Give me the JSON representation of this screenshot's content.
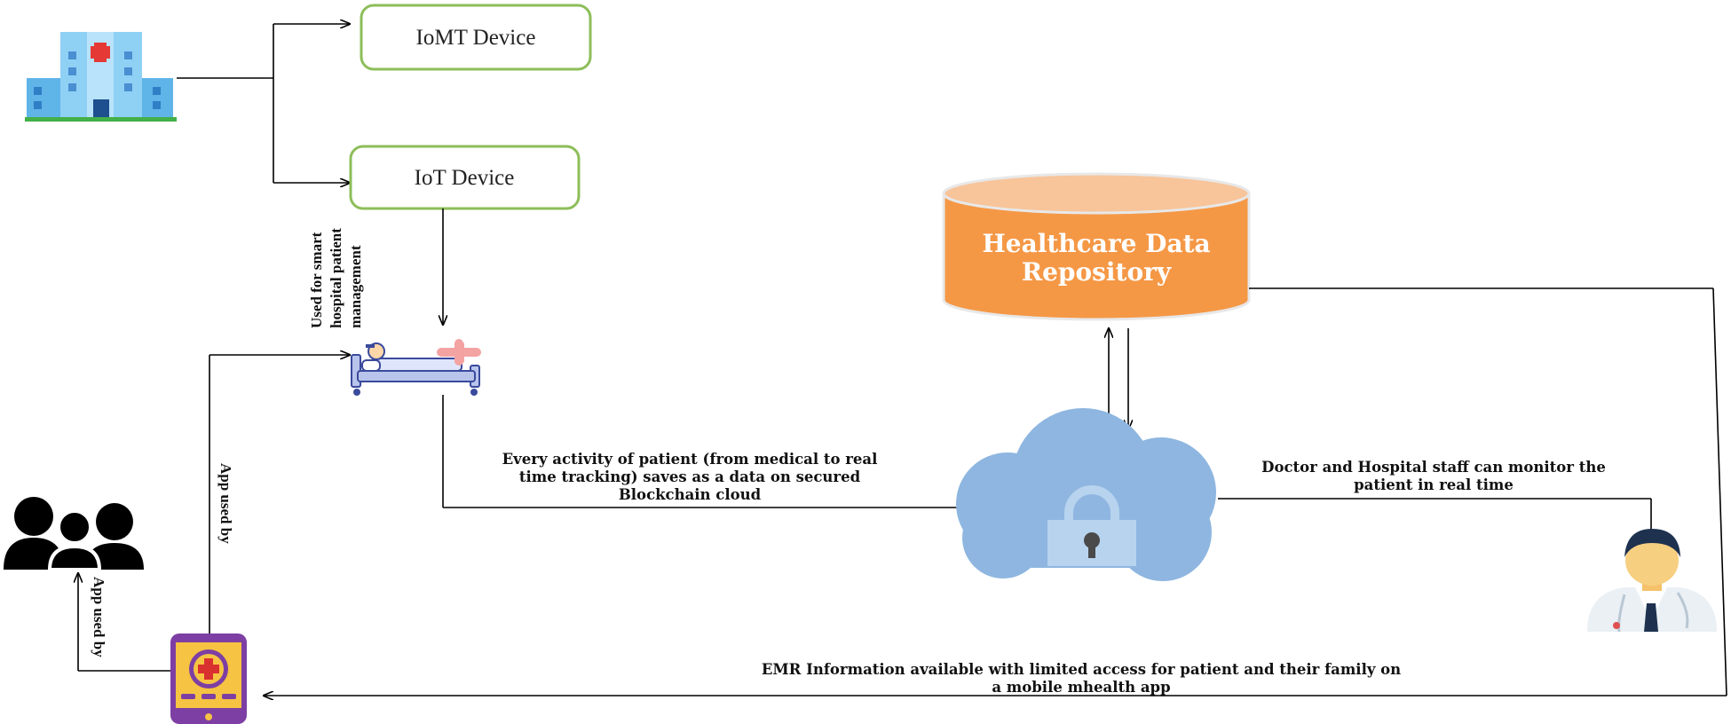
{
  "nodes": {
    "iomt_device": "IoMT Device",
    "iot_device": "IoT Device",
    "repository": {
      "line1": "Healthcare Data",
      "line2": "Repository"
    }
  },
  "labels": {
    "smart_hospital": [
      "Used for smart",
      "hospital patient",
      "management"
    ],
    "patient_activity": [
      "Every activity of patient (from medical to real",
      "time tracking) saves as a data on secured",
      "Blockchain cloud"
    ],
    "doctor_monitor": [
      "Doctor and Hospital staff can monitor the",
      "patient in real time"
    ],
    "emr_info": [
      "EMR Information available with limited access for patient and their family on",
      "a mobile mhealth app"
    ],
    "app_used_by_top": "App used by",
    "app_used_by_bottom": "App used by"
  },
  "icons": [
    "hospital-building-icon",
    "hospital-bed-icon",
    "cloud-lock-icon",
    "doctor-icon",
    "family-group-icon",
    "mhealth-phone-icon"
  ],
  "colors": {
    "box_border": "#8dbe5a",
    "cylinder_body": "#f59846",
    "cylinder_top": "#f8c49a",
    "cloud": "#8eb6e0",
    "lock": "#b7d3ee",
    "phone": "#7d3fa3"
  }
}
